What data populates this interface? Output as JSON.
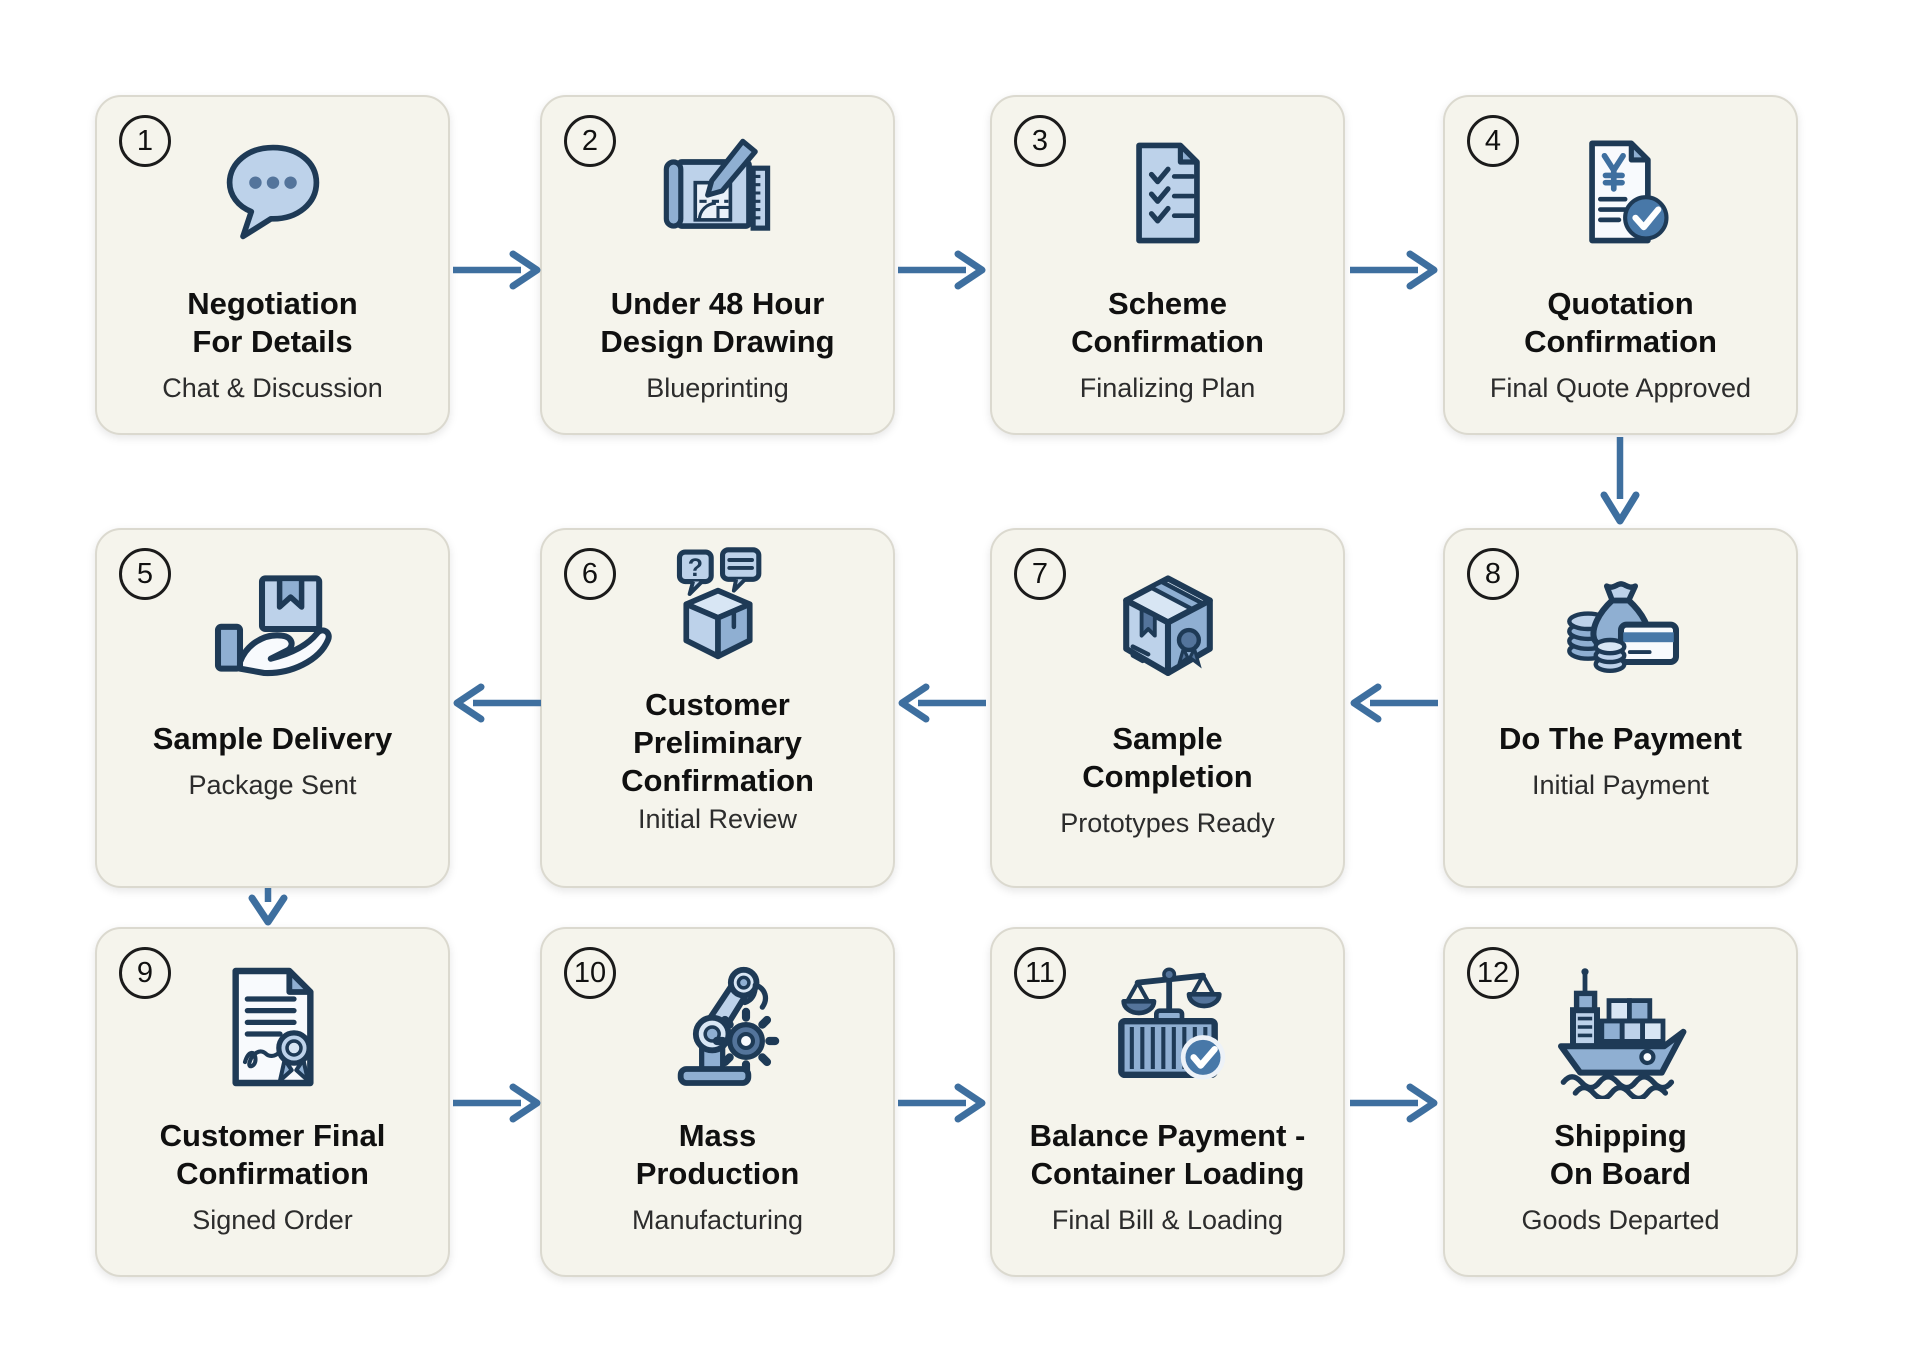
{
  "colors": {
    "arrow": "#3E6F9F",
    "card_background": "#F5F4EC",
    "card_border": "#DBD9CF",
    "icon_stroke": "#1E3A56",
    "icon_light_fill": "#BDD2EA",
    "icon_mid_fill": "#8FAFD2",
    "icon_deep_fill": "#54749B",
    "check_badge_fill": "#4878A8",
    "title_color": "#101010",
    "subtitle_color": "#2C2C2C"
  },
  "steps": [
    {
      "number": "1",
      "title": "Negotiation\nFor Details",
      "subtitle": "Chat & Discussion",
      "icon": "chat-bubble-icon"
    },
    {
      "number": "2",
      "title": "Under 48 Hour\nDesign Drawing",
      "subtitle": "Blueprinting",
      "icon": "blueprint-icon"
    },
    {
      "number": "3",
      "title": "Scheme\nConfirmation",
      "subtitle": "Finalizing Plan",
      "icon": "checklist-document-icon"
    },
    {
      "number": "4",
      "title": "Quotation\nConfirmation",
      "subtitle": "Final Quote Approved",
      "icon": "quotation-approved-icon"
    },
    {
      "number": "5",
      "title": "Sample Delivery",
      "subtitle": "Package Sent",
      "icon": "hand-package-icon"
    },
    {
      "number": "6",
      "title": "Customer\nPreliminary\nConfirmation",
      "subtitle": "Initial Review",
      "icon": "open-box-feedback-icon"
    },
    {
      "number": "7",
      "title": "Sample\nCompletion",
      "subtitle": "Prototypes Ready",
      "icon": "sealed-box-icon"
    },
    {
      "number": "8",
      "title": "Do The Payment",
      "subtitle": "Initial Payment",
      "icon": "money-payment-icon"
    },
    {
      "number": "9",
      "title": "Customer Final\nConfirmation",
      "subtitle": "Signed Order",
      "icon": "signed-document-icon"
    },
    {
      "number": "10",
      "title": "Mass\nProduction",
      "subtitle": "Manufacturing",
      "icon": "robot-arm-icon"
    },
    {
      "number": "11",
      "title": "Balance Payment -\nContainer Loading",
      "subtitle": "Final Bill & Loading",
      "icon": "container-scale-icon"
    },
    {
      "number": "12",
      "title": "Shipping\nOn Board",
      "subtitle": "Goods Departed",
      "icon": "cargo-ship-icon"
    }
  ]
}
